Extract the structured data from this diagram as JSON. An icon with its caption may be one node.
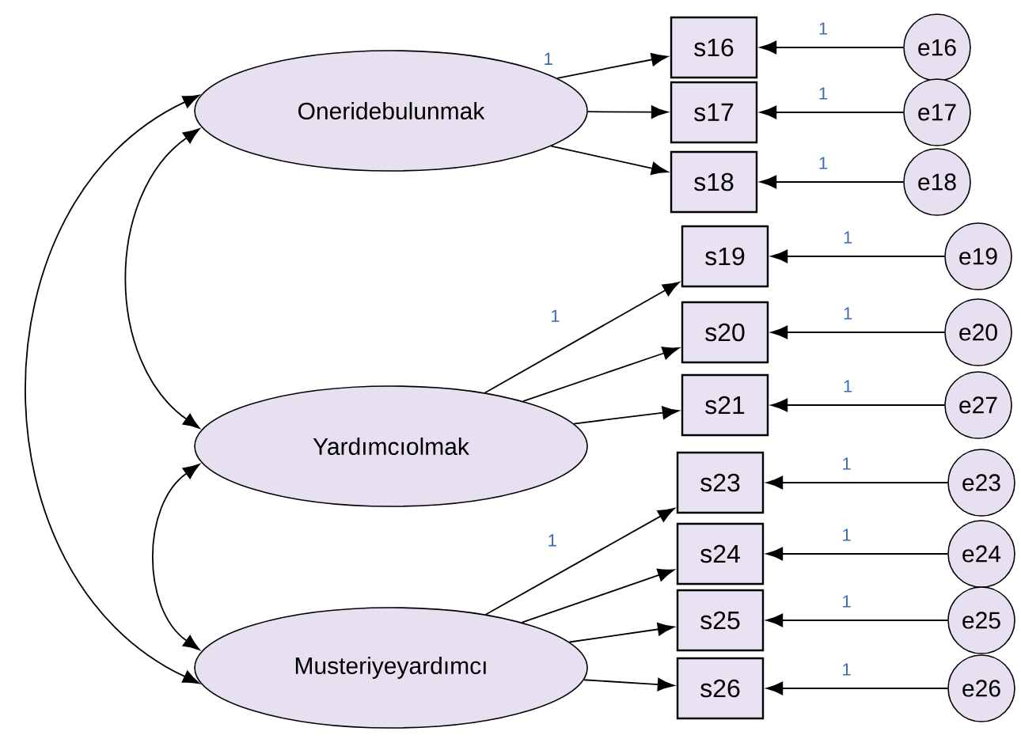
{
  "diagram": {
    "nodes": [
      {
        "text": [
          "Oneridebulunmak"
        ]
      },
      {
        "text": [
          "Yardımcıolmak"
        ]
      },
      {
        "text": [
          "Musteriyeyardımcı"
        ]
      },
      {
        "text": [
          "s16"
        ]
      },
      {
        "text": [
          "s17"
        ]
      },
      {
        "text": [
          "s18"
        ]
      },
      {
        "text": [
          "s19"
        ]
      },
      {
        "text": [
          "s20"
        ]
      },
      {
        "text": [
          "s21"
        ]
      },
      {
        "text": [
          "s23"
        ]
      },
      {
        "text": [
          "s24"
        ]
      },
      {
        "text": [
          "s25"
        ]
      },
      {
        "text": [
          "s26"
        ]
      },
      {
        "text": [
          "e16"
        ]
      },
      {
        "text": [
          "e17"
        ]
      },
      {
        "text": [
          "e18"
        ]
      },
      {
        "text": [
          "e19"
        ]
      },
      {
        "text": [
          "e20"
        ]
      },
      {
        "text": [
          "e27"
        ]
      },
      {
        "text": [
          "e23"
        ]
      },
      {
        "text": [
          "e24"
        ]
      },
      {
        "text": [
          "e25"
        ]
      },
      {
        "text": [
          "e26"
        ]
      }
    ],
    "edges": [
      {
        "from": 0,
        "to": 3,
        "arrow": "to",
        "label": "1"
      },
      {
        "from": 0,
        "to": 4,
        "arrow": "to"
      },
      {
        "from": 0,
        "to": 5,
        "arrow": "to"
      },
      {
        "from": 1,
        "to": 6,
        "arrow": "to",
        "label": "1"
      },
      {
        "from": 1,
        "to": 7,
        "arrow": "to"
      },
      {
        "from": 1,
        "to": 8,
        "arrow": "to"
      },
      {
        "from": 2,
        "to": 9,
        "arrow": "to",
        "label": "1"
      },
      {
        "from": 2,
        "to": 10,
        "arrow": "to"
      },
      {
        "from": 2,
        "to": 11,
        "arrow": "to"
      },
      {
        "from": 2,
        "to": 12,
        "arrow": "to"
      },
      {
        "from": 13,
        "to": 3,
        "arrow": "to",
        "label": "1"
      },
      {
        "from": 14,
        "to": 4,
        "arrow": "to",
        "label": "1"
      },
      {
        "from": 15,
        "to": 5,
        "arrow": "to",
        "label": "1"
      },
      {
        "from": 16,
        "to": 6,
        "arrow": "to",
        "label": "1"
      },
      {
        "from": 17,
        "to": 7,
        "arrow": "to",
        "label": "1"
      },
      {
        "from": 18,
        "to": 8,
        "arrow": "to",
        "label": "1"
      },
      {
        "from": 19,
        "to": 9,
        "arrow": "to",
        "label": "1"
      },
      {
        "from": 20,
        "to": 10,
        "arrow": "to",
        "label": "1"
      },
      {
        "from": 21,
        "to": 11,
        "arrow": "to",
        "label": "1"
      },
      {
        "from": 22,
        "to": 12,
        "arrow": "to",
        "label": "1"
      },
      {
        "from": 0,
        "to": 1,
        "arrow": "both"
      },
      {
        "from": 0,
        "to": 2,
        "arrow": "both"
      },
      {
        "from": 1,
        "to": 2,
        "arrow": "both"
      }
    ]
  }
}
